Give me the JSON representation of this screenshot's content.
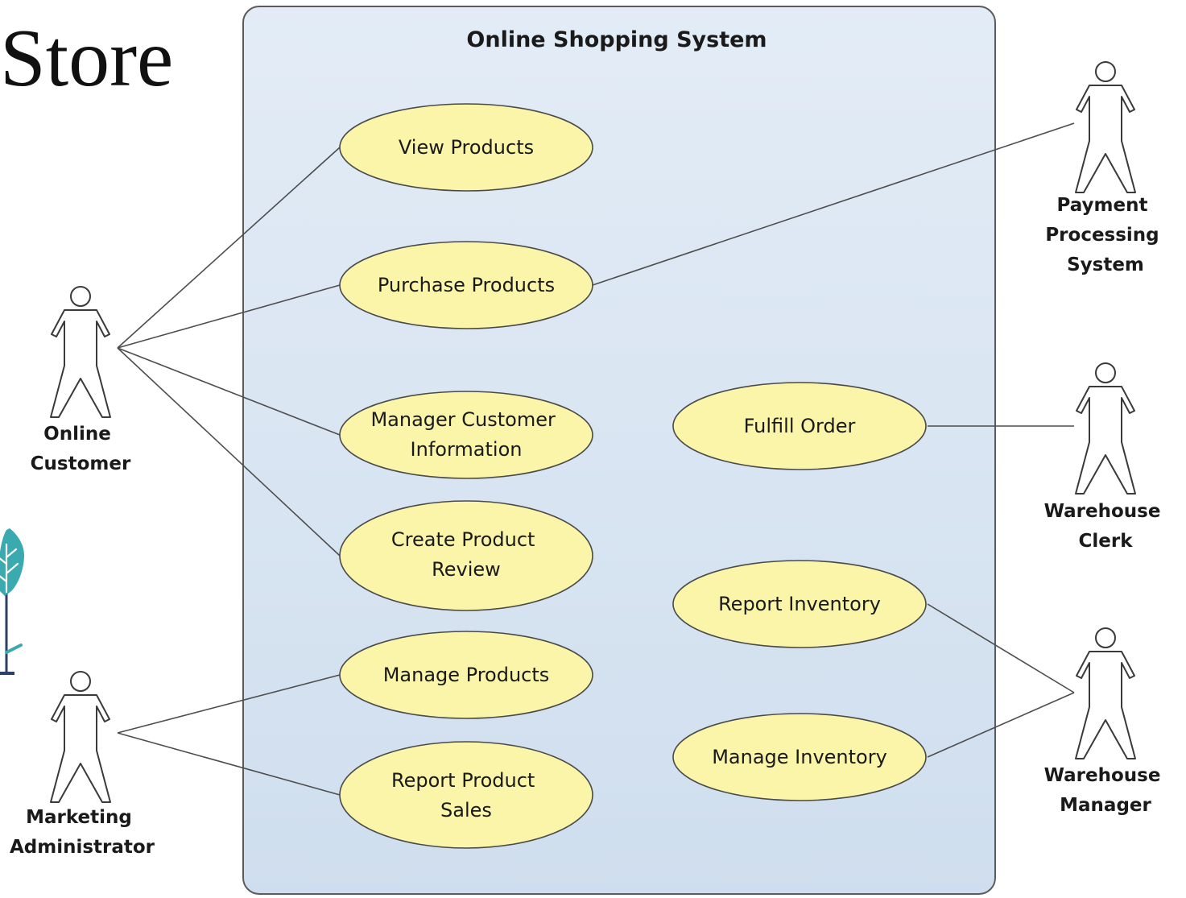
{
  "slide": {
    "title": "Store"
  },
  "system": {
    "name": "Online Shopping System"
  },
  "use_cases": {
    "view_products": [
      "View Products"
    ],
    "purchase_products": [
      "Purchase Products"
    ],
    "manage_customer_info": [
      "Manager Customer",
      "Information"
    ],
    "create_product_review": [
      "Create Product",
      "Review"
    ],
    "manage_products": [
      "Manage Products"
    ],
    "report_product_sales": [
      "Report Product",
      "Sales"
    ],
    "fulfill_order": [
      "Fulfill Order"
    ],
    "report_inventory": [
      "Report Inventory"
    ],
    "manage_inventory": [
      "Manage Inventory"
    ]
  },
  "actors": {
    "online_customer": [
      "Online",
      "Customer"
    ],
    "marketing_administrator": [
      "Marketing",
      "Administrator"
    ],
    "payment_processing_system": [
      "Payment",
      "Processing",
      "System"
    ],
    "warehouse_clerk": [
      "Warehouse",
      "Clerk"
    ],
    "warehouse_manager": [
      "Warehouse",
      "Manager"
    ]
  },
  "associations": [
    [
      "online_customer",
      "view_products"
    ],
    [
      "online_customer",
      "purchase_products"
    ],
    [
      "online_customer",
      "manage_customer_info"
    ],
    [
      "online_customer",
      "create_product_review"
    ],
    [
      "marketing_administrator",
      "manage_products"
    ],
    [
      "marketing_administrator",
      "report_product_sales"
    ],
    [
      "payment_processing_system",
      "purchase_products"
    ],
    [
      "warehouse_clerk",
      "fulfill_order"
    ],
    [
      "warehouse_manager",
      "report_inventory"
    ],
    [
      "warehouse_manager",
      "manage_inventory"
    ]
  ],
  "colors": {
    "system_fill": "#d8e5f2",
    "use_case_fill": "#faf5a8",
    "plant_leaf": "#3aaab0",
    "plant_stem": "#2e3f66"
  },
  "icons": [
    "actor-stick-figure-icon",
    "plant-icon"
  ]
}
